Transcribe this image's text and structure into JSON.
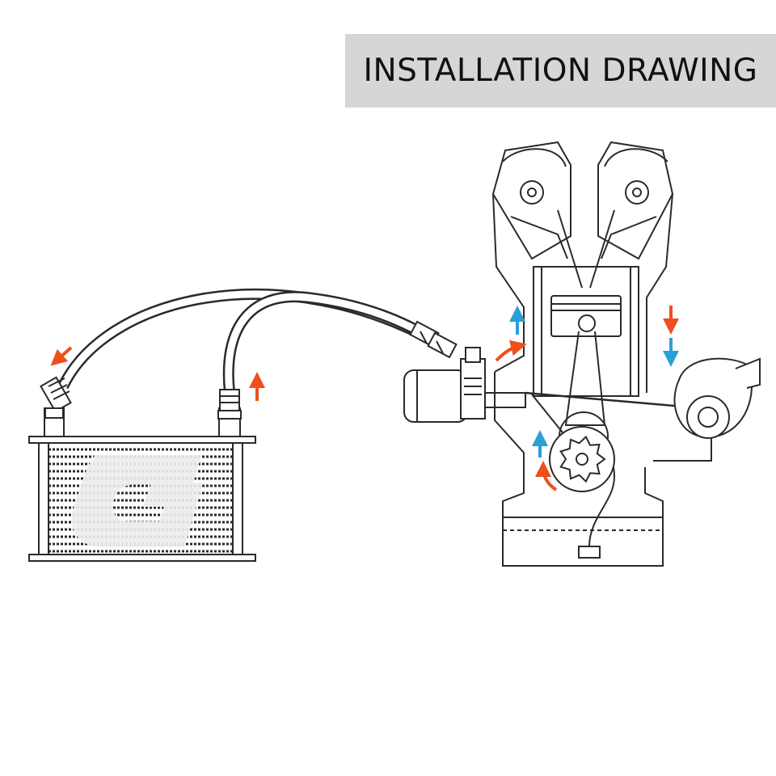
{
  "header": {
    "title": "INSTALLATION DRAWING"
  },
  "diagram": {
    "components": [
      {
        "id": "oil-cooler",
        "icon": "oil-cooler-radiator-icon"
      },
      {
        "id": "brand-logo",
        "icon": "letter-g-logo"
      },
      {
        "id": "return-hose",
        "icon": "hose-icon"
      },
      {
        "id": "feed-hose",
        "icon": "hose-icon"
      },
      {
        "id": "sandwich-adapter",
        "icon": "adapter-plate-icon"
      },
      {
        "id": "oil-filter",
        "icon": "oil-filter-icon"
      },
      {
        "id": "engine",
        "icon": "engine-cutaway-icon"
      },
      {
        "id": "oil-pump",
        "icon": "gear-pump-icon"
      },
      {
        "id": "turbocharger",
        "icon": "turbo-snail-icon"
      }
    ],
    "flow_colors": {
      "hot_oil": "#ee4f1c",
      "cool_oil": "#2b9fd6"
    },
    "line_color": "#2a2a2a",
    "background": "#ffffff",
    "band_color": "#d6d6d6"
  }
}
